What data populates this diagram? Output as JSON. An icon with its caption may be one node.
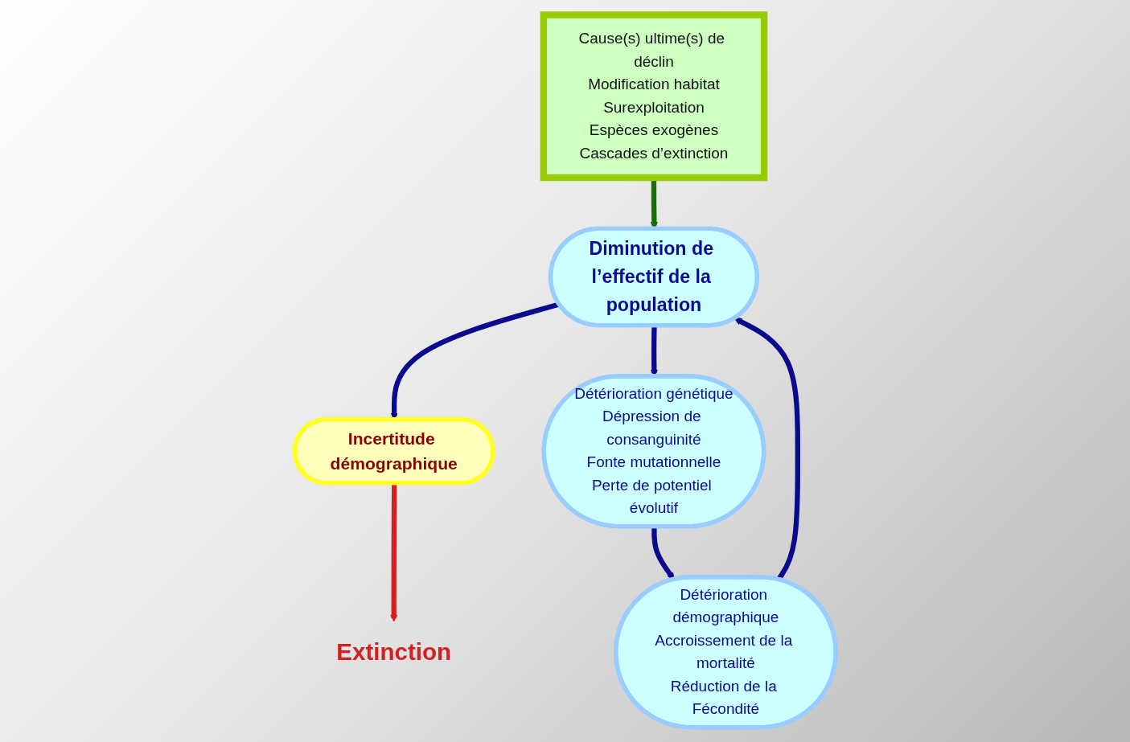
{
  "diagram": {
    "nodes": [
      {
        "text": [
          "Cause(s) ultime(s) de déclin",
          "Modification habitat",
          "Surexploitation",
          "Espèces exogènes",
          "Cascades d’extinction"
        ]
      },
      {
        "text": [
          "Diminution de l’effectif de la population"
        ]
      },
      {
        "text": [
          "Incertitude démographique"
        ]
      },
      {
        "text": [
          "Extinction"
        ]
      },
      {
        "text": [
          "Détérioration génétique",
          "Dépression de consanguinité",
          "Fonte mutationnelle",
          "Perte de potentiel évolutif"
        ]
      },
      {
        "text": [
          "Détérioration démographique",
          "Accroissement de la mortalité",
          "Réduction de la Fécondité"
        ]
      }
    ],
    "edges": [
      {
        "from": 0,
        "to": 1,
        "arrow": "to",
        "color": "#1e6b0a"
      },
      {
        "from": 1,
        "to": 2,
        "arrow": "to"
      },
      {
        "from": 2,
        "to": 3,
        "arrow": "to",
        "color": "#d42020"
      },
      {
        "from": 1,
        "to": 4,
        "arrow": "to"
      },
      {
        "from": 4,
        "to": 5,
        "arrow": "to"
      },
      {
        "from": 5,
        "to": 1,
        "arrow": "to"
      }
    ]
  }
}
